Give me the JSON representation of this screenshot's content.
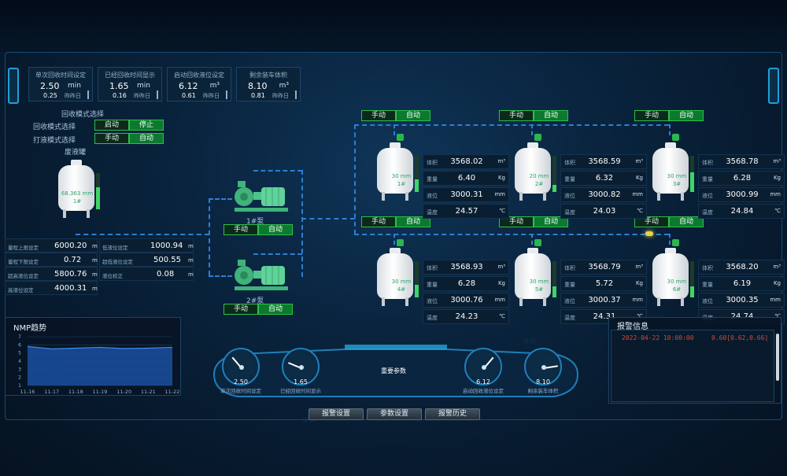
{
  "stats": [
    {
      "label": "单次回收时间设定",
      "value": "2.50",
      "unit": "min",
      "sub": "0.25",
      "reset": "昨昨日"
    },
    {
      "label": "已经回收时间显示",
      "value": "1.65",
      "unit": "min",
      "sub": "0.16",
      "reset": "昨昨日"
    },
    {
      "label": "启动回收液位设定",
      "value": "6.12",
      "unit": "m³",
      "sub": "0.61",
      "reset": "昨昨日"
    },
    {
      "label": "剩余装车体积",
      "value": "8.10",
      "unit": "m³",
      "sub": "0.81",
      "reset": "昨昨日"
    }
  ],
  "control": {
    "title": "回收模式选择",
    "recycle_label": "回收模式选择",
    "pump_label": "打液模式选择",
    "start": "启动",
    "stop": "停止",
    "manual": "手动",
    "auto": "自动"
  },
  "waste_tank": {
    "label": "废液罐",
    "level": "68.363 mm",
    "num": "1#",
    "fill": 0.6
  },
  "left_params": [
    {
      "label": "量程上限设定",
      "value": "6000.20",
      "unit": "m"
    },
    {
      "label": "量程下限设定",
      "value": "0.72",
      "unit": "m"
    },
    {
      "label": "超高液位设定",
      "value": "5800.76",
      "unit": "m"
    },
    {
      "label": "高液位设定",
      "value": "4000.31",
      "unit": "m"
    }
  ],
  "left_params2": [
    {
      "label": "低液位设定",
      "value": "1000.94",
      "unit": "m"
    },
    {
      "label": "超低液位设定",
      "value": "500.55",
      "unit": "m"
    },
    {
      "label": "液位校正",
      "value": "0.08",
      "unit": "m"
    }
  ],
  "pumps": [
    {
      "name": "1#泵",
      "manual": "手动",
      "auto": "自动"
    },
    {
      "name": "2#泵",
      "manual": "手动",
      "auto": "自动"
    }
  ],
  "tanks": [
    {
      "num": "1#",
      "level": "30 mm",
      "fill": 0.35,
      "vol": "3568.02",
      "weight": "6.40",
      "liquid": "3000.31",
      "temp": "24.57"
    },
    {
      "num": "2#",
      "level": "20 mm",
      "fill": 0.2,
      "vol": "3568.59",
      "weight": "6.32",
      "liquid": "3000.82",
      "temp": "24.03"
    },
    {
      "num": "3#",
      "level": "30 mm",
      "fill": 0.55,
      "vol": "3568.78",
      "weight": "6.28",
      "liquid": "3000.99",
      "temp": "24.84"
    },
    {
      "num": "4#",
      "level": "30 mm",
      "fill": 0.35,
      "vol": "3568.93",
      "weight": "6.28",
      "liquid": "3000.76",
      "temp": "24.23"
    },
    {
      "num": "5#",
      "level": "30 mm",
      "fill": 0.3,
      "vol": "3568.79",
      "weight": "5.72",
      "liquid": "3000.37",
      "temp": "24.31"
    },
    {
      "num": "6#",
      "level": "30 mm",
      "fill": 0.3,
      "vol": "3568.20",
      "weight": "6.19",
      "liquid": "3000.35",
      "temp": "24.74"
    }
  ],
  "row_labels": {
    "vol": "体积",
    "weight": "重量",
    "liquid": "液位",
    "temp": "温度",
    "u_vol": "m³",
    "u_weight": "Kg",
    "u_liquid": "mm",
    "u_temp": "℃"
  },
  "mode_buttons": {
    "manual": "手动",
    "auto": "自动"
  },
  "chart_data": {
    "type": "area",
    "title": "NMP趋势",
    "categories": [
      "11-16",
      "11-17",
      "11-18",
      "11-19",
      "11-20",
      "11-21",
      "11-22"
    ],
    "y_ticks": [
      "1",
      "2",
      "3",
      "4",
      "5",
      "6",
      "7"
    ],
    "ylim": [
      1,
      7
    ],
    "values": [
      5.8,
      5.5,
      5.6,
      5.7,
      5.55,
      5.6,
      5.7
    ],
    "xlabel": "",
    "ylabel": ""
  },
  "alarm": {
    "title": "报警信息",
    "time": "2022-04-22 10:00:00",
    "value": "0.60[0.62,0.66]"
  },
  "gauges": {
    "center_title": "重要参数",
    "items": [
      {
        "value": "2.50",
        "label": "单次回收时间设定",
        "fraction": 0.35
      },
      {
        "value": "1.65",
        "label": "已经回收时间显示",
        "fraction": 0.25
      },
      {
        "value": "6.12",
        "label": "启动回收液位设定",
        "fraction": 0.65
      },
      {
        "value": "8.10",
        "label": "剩余装车体积",
        "fraction": 0.8
      }
    ]
  },
  "nav": [
    "报警设置",
    "参数设置",
    "报警历史"
  ],
  "watermark": "IFM"
}
